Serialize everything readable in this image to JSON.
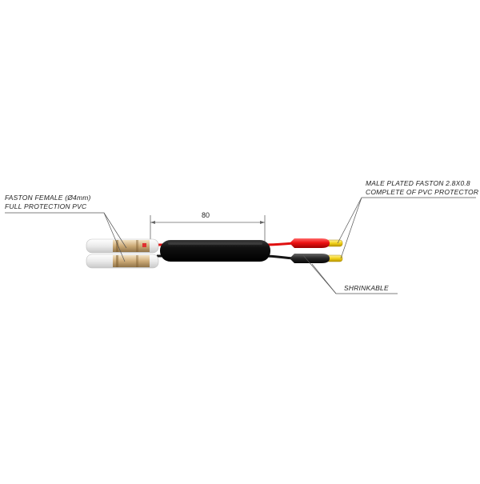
{
  "labels": {
    "faston_female_line1": "FASTON FEMALE (Ø4mm)",
    "faston_female_line2": "FULL PROTECTION PVC",
    "male_faston_line1": "MALE PLATED FASTON 2.8X0.8",
    "male_faston_line2": "COMPLETE OF PVC PROTECTOR",
    "shrinkable": "SHRINKABLE",
    "dimension": "80"
  },
  "colors": {
    "background": "#ffffff",
    "sleeve": "#111111",
    "wire_red": "#e01010",
    "wire_black": "#151515",
    "connector_red": "#ee1111",
    "connector_black": "#2a2a2a",
    "terminal_yellow": "#f2d21a",
    "plug_white": "#ececec",
    "plug_brass": "#c9a36a",
    "leader_line": "#555555"
  }
}
